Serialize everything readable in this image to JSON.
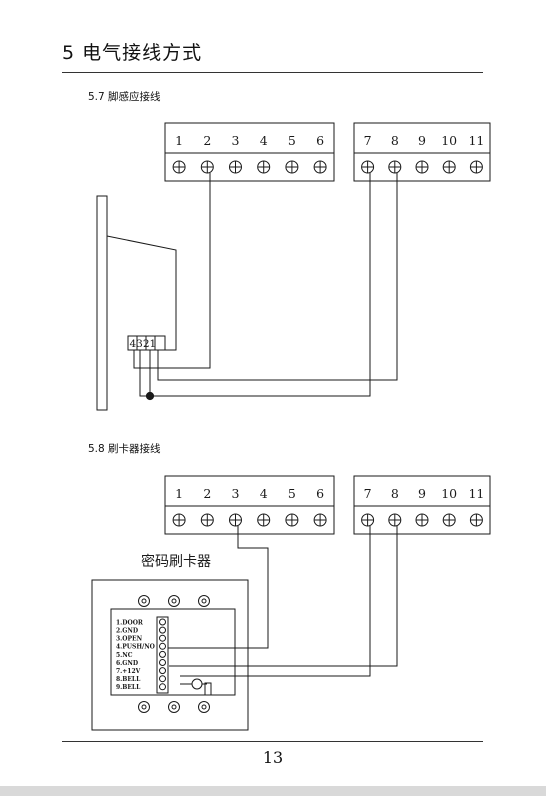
{
  "chapter": {
    "title": "5 电气接线方式"
  },
  "sections": [
    {
      "title": "5.7 脚感应接线"
    },
    {
      "title": "5.8 刷卡器接线"
    }
  ],
  "terminal_blocks": {
    "left_labels": [
      "1",
      "2",
      "3",
      "4",
      "5",
      "6"
    ],
    "right_labels": [
      "7",
      "8",
      "9",
      "10",
      "11"
    ]
  },
  "foot_sensor": {
    "connector_label": "4321"
  },
  "card_reader": {
    "title": "密码刷卡器",
    "pins": [
      "1.DOOR",
      "2.GND",
      "3.OPEN",
      "4.PUSH/NO",
      "5.NC",
      "6.GND",
      "7.+12V",
      "8.BELL",
      "9.BELL"
    ]
  },
  "footer": {
    "page_number": "13"
  },
  "colors": {
    "line": "#1a1a1a",
    "page_strip": "#d9d9d9"
  }
}
